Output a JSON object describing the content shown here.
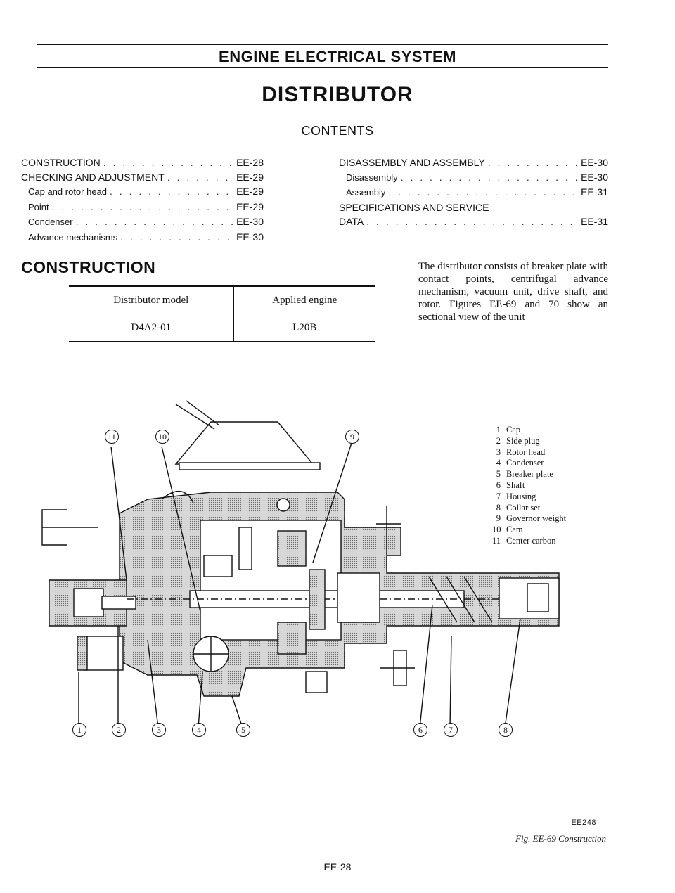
{
  "header": {
    "title": "ENGINE ELECTRICAL SYSTEM"
  },
  "document": {
    "title": "DISTRIBUTOR"
  },
  "contents": {
    "heading": "CONTENTS",
    "left": [
      {
        "label": "CONSTRUCTION",
        "page": "EE-28",
        "sub": false
      },
      {
        "label": "CHECKING AND ADJUSTMENT",
        "page": "EE-29",
        "sub": false
      },
      {
        "label": "Cap and rotor head",
        "page": "EE-29",
        "sub": true
      },
      {
        "label": "Point",
        "page": "EE-29",
        "sub": true
      },
      {
        "label": "Condenser",
        "page": "EE-30",
        "sub": true
      },
      {
        "label": "Advance mechanisms",
        "page": "EE-30",
        "sub": true
      }
    ],
    "right": [
      {
        "label": "DISASSEMBLY AND ASSEMBLY",
        "page": "EE-30",
        "sub": false
      },
      {
        "label": "Disassembly",
        "page": "EE-30",
        "sub": true
      },
      {
        "label": "Assembly",
        "page": "EE-31",
        "sub": true
      },
      {
        "label": "SPECIFICATIONS AND SERVICE",
        "page": "",
        "sub": false
      },
      {
        "label": "DATA",
        "page": "EE-31",
        "sub": false
      }
    ]
  },
  "construction": {
    "heading": "CONSTRUCTION",
    "table": {
      "headers": [
        "Distributor model",
        "Applied engine"
      ],
      "rows": [
        [
          "D4A2-01",
          "L20B"
        ]
      ]
    },
    "paragraph": "The distributor consists of breaker plate with contact points, centrifugal advance mechanism, vacuum unit, drive shaft, and rotor. Figures EE-69 and 70 show an sectional view of the unit"
  },
  "figure": {
    "parts": [
      {
        "num": "1",
        "name": "Cap"
      },
      {
        "num": "2",
        "name": "Side plug"
      },
      {
        "num": "3",
        "name": "Rotor head"
      },
      {
        "num": "4",
        "name": "Condenser"
      },
      {
        "num": "5",
        "name": "Breaker plate"
      },
      {
        "num": "6",
        "name": "Shaft"
      },
      {
        "num": "7",
        "name": "Housing"
      },
      {
        "num": "8",
        "name": "Collar set"
      },
      {
        "num": "9",
        "name": "Governor weight"
      },
      {
        "num": "10",
        "name": "Cam"
      },
      {
        "num": "11",
        "name": "Center carbon"
      }
    ],
    "callouts": [
      "1",
      "2",
      "3",
      "4",
      "5",
      "6",
      "7",
      "8",
      "9",
      "10",
      "11"
    ],
    "code": "EE248",
    "caption": "Fig. EE-69 Construction"
  },
  "footer": {
    "page_number": "EE-28"
  }
}
